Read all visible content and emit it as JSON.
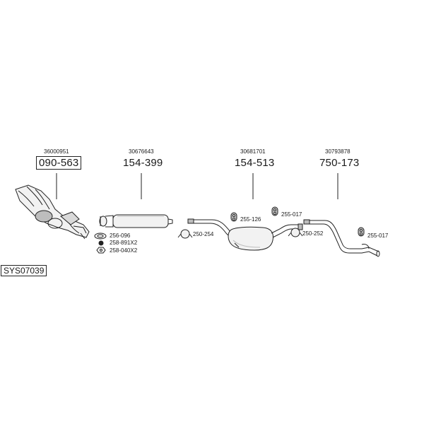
{
  "system_code": "SYS07039",
  "parts": [
    {
      "ref": "36000951",
      "part_no": "090-563",
      "boxed": true
    },
    {
      "ref": "30676643",
      "part_no": "154-399",
      "boxed": false
    },
    {
      "ref": "30681701",
      "part_no": "154-513",
      "boxed": false
    },
    {
      "ref": "30793878",
      "part_no": "750-173",
      "boxed": false
    }
  ],
  "accessories": [
    {
      "label": "256-096"
    },
    {
      "label": "258-891X2"
    },
    {
      "label": "258-040X2"
    },
    {
      "label": "250-254"
    },
    {
      "label": "255-126"
    },
    {
      "label": "255-017"
    },
    {
      "label": "250-252"
    },
    {
      "label": "255-017"
    }
  ],
  "colors": {
    "line": "#222222",
    "fill": "#f2f2f2",
    "shade": "#bdbdbd"
  }
}
